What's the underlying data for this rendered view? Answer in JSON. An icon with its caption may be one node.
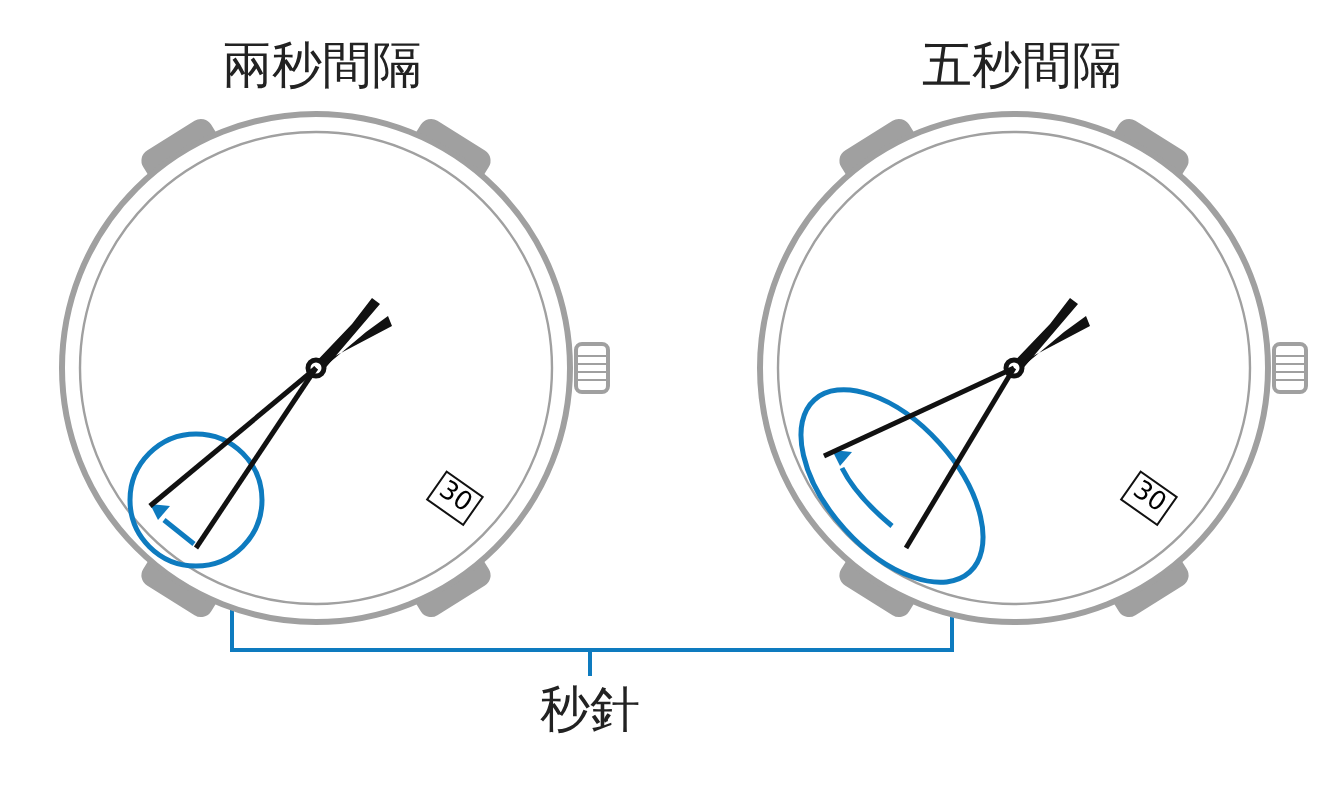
{
  "diagram": {
    "nodes": [
      {
        "text": [
          "兩秒間隔"
        ]
      },
      {
        "text": [
          "五秒間隔"
        ]
      },
      {
        "text": [
          "秒針"
        ]
      },
      {
        "text": [],
        "shape": "picture",
        "in": 0
      },
      {
        "text": [],
        "shape": "picture",
        "in": 1
      }
    ],
    "edges": [
      {
        "from": 2,
        "to": 3,
        "arrow": "none"
      },
      {
        "from": 2,
        "to": 4,
        "arrow": "none"
      }
    ],
    "labels": [
      "30",
      "30"
    ]
  }
}
